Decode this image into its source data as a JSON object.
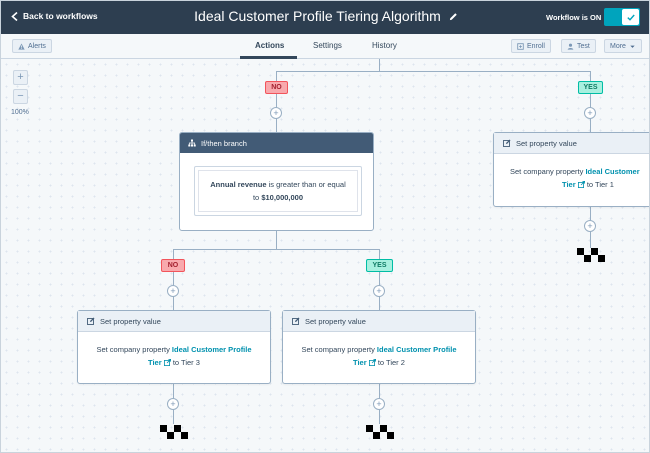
{
  "header": {
    "back_label": "Back to workflows",
    "title": "Ideal Customer Profile Tiering Algorithm",
    "status_label": "Workflow is ON",
    "toggle_on": true
  },
  "toolbar": {
    "alerts_label": "Alerts",
    "tabs": [
      {
        "label": "Actions",
        "active": true
      },
      {
        "label": "Settings",
        "active": false
      },
      {
        "label": "History",
        "active": false
      }
    ],
    "enroll_label": "Enroll",
    "test_label": "Test",
    "more_label": "More"
  },
  "canvas": {
    "zoom_in": "+",
    "zoom_out": "−",
    "zoom_level": "100%",
    "add_symbol": "+"
  },
  "branches": {
    "top_no": "NO",
    "top_yes": "YES",
    "bottom_no": "NO",
    "bottom_yes": "YES"
  },
  "ifthen": {
    "title": "If/then branch",
    "property": "Annual revenue",
    "operator": "is greater than or equal",
    "to_word": "to",
    "value": "$10,000,000"
  },
  "actions": [
    {
      "title": "Set property value",
      "prefix": "Set company property",
      "property_line1": "Ideal Customer",
      "property_line2": "Tier",
      "suffix": "to Tier 1"
    },
    {
      "title": "Set property value",
      "prefix": "Set company property",
      "property_line1": "Ideal Customer Profile",
      "property_line2": "Tier",
      "suffix": "to Tier 3"
    },
    {
      "title": "Set property value",
      "prefix": "Set company property",
      "property_line1": "Ideal Customer Profile",
      "property_line2": "Tier",
      "suffix": "to Tier 2"
    }
  ],
  "colors": {
    "header_bg": "#2d3e50",
    "accent": "#00a4bd",
    "link": "#0091ae",
    "no_badge": "#f8a9ad",
    "yes_badge": "#a8f0df",
    "branch_header": "#425b76"
  },
  "icons": {
    "back": "chevron-left-icon",
    "edit_title": "pencil-icon",
    "toggle": "checkmark-icon",
    "alerts": "alert-icon",
    "enroll": "enroll-icon",
    "test": "test-icon",
    "more": "caret-down-icon",
    "branch": "branch-icon",
    "action": "edit-property-icon",
    "external": "external-link-icon",
    "end": "checkered-flag-icon"
  }
}
